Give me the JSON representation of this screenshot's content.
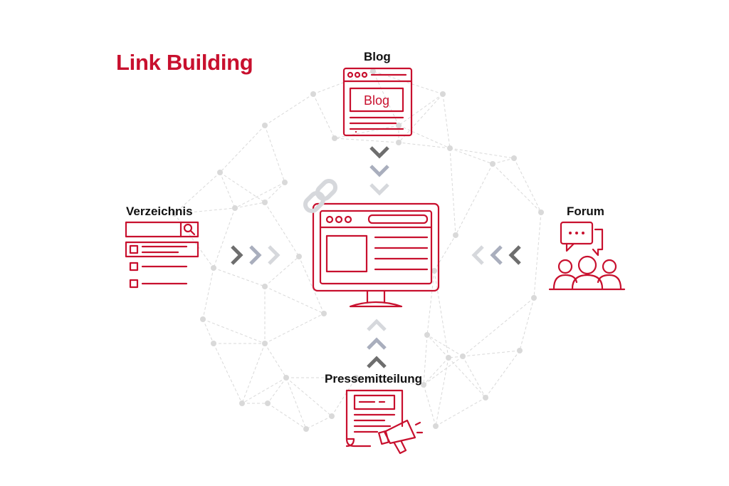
{
  "title": "Link Building",
  "nodes": {
    "blog": {
      "label": "Blog",
      "icon": "blog-browser-icon",
      "badge_text": "Blog"
    },
    "verzeichnis": {
      "label": "Verzeichnis",
      "icon": "directory-list-icon"
    },
    "forum": {
      "label": "Forum",
      "icon": "forum-people-icon"
    },
    "pressemitteilung": {
      "label": "Pressemitteilung",
      "icon": "press-release-megaphone-icon"
    }
  },
  "center": {
    "icon": "website-monitor-icon",
    "link_icon": "chain-link-icon"
  },
  "colors": {
    "accent": "#c8102e",
    "label": "#111111",
    "arrow_dark": "#6e6e6e",
    "arrow_mid": "#a9aebd",
    "arrow_light": "#d6d8dc",
    "network": "#d9d9d9"
  }
}
